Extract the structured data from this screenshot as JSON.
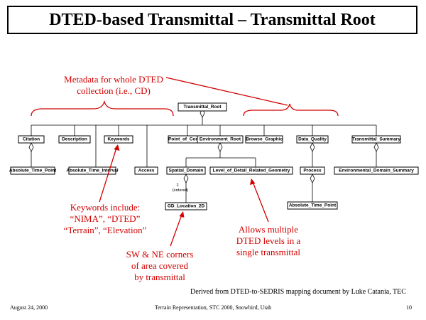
{
  "title": "DTED-based Transmittal – Transmittal Root",
  "nodes": {
    "transmittal_root": "Transmittal_Root",
    "citation": "Citation",
    "description": "Description",
    "keywords": "Keywords",
    "point_of_contact": "Point_of_Contact",
    "environment_root": "Environment_Root",
    "browse_graphic": "Browse_Graphic",
    "data_quality": "Data_Quality",
    "transmittal_summary": "Transmittal_Summary",
    "absolute_time_point_1": "Absolute_Time_Point",
    "absolute_time_interval": "Absolute_Time_Interval",
    "access": "Access",
    "spatial_domain": "Spatial_Domain",
    "level_of_detail": "Level_of_Detail_Related_Geometry",
    "process": "Process",
    "environmental_domain_summary": "Environmental_Domain_Summary",
    "gd_location_2d": "GD_Location_2D",
    "absolute_time_point_2": "Absolute_Time_Point"
  },
  "edge_labels": {
    "count": "2",
    "ordered": "(ordered)"
  },
  "annotations": {
    "metadata": [
      "Metadata for whole DTED",
      "collection (i.e., CD)"
    ],
    "keywords": [
      "Keywords include:",
      "“NIMA”, “DTED”",
      "“Terrain”, “Elevation”"
    ],
    "corners": [
      "SW & NE corners",
      "of area covered",
      "by transmittal"
    ],
    "levels": [
      "Allows multiple",
      "DTED levels in a",
      "single transmittal"
    ]
  },
  "source_note": "Derived from DTED-to-SEDRIS mapping document by Luke Catania, TEC",
  "footer": {
    "date": "August 24, 2000",
    "center": "Terrain Representation, STC 2000, Snowbird, Utah",
    "page": "10"
  },
  "colors": {
    "annotation": "#d40000",
    "lines": "#000000",
    "background": "#ffffff"
  }
}
